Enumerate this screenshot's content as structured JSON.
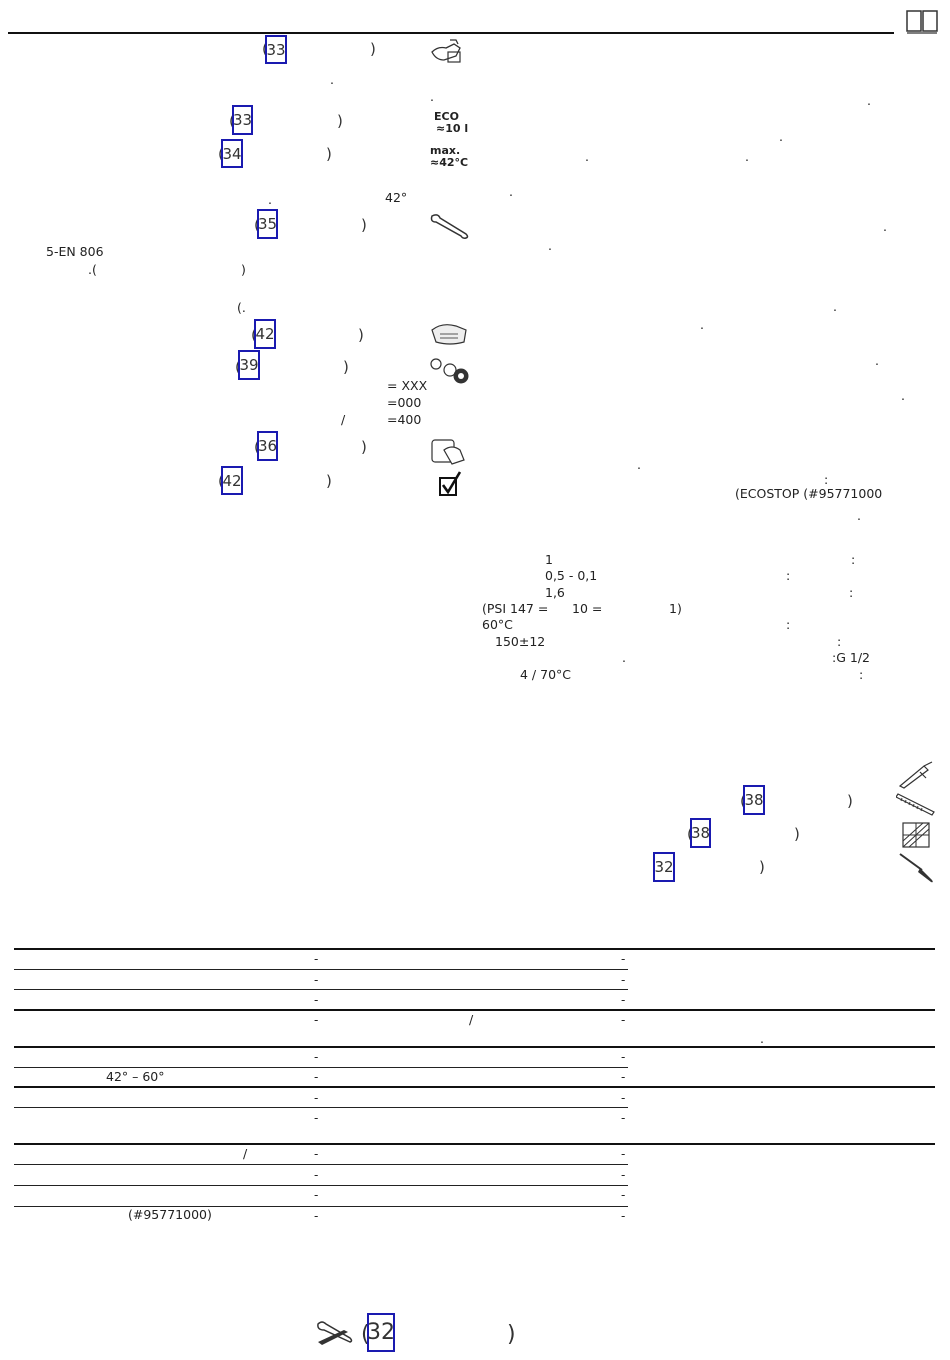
{
  "header": {
    "book_icon": "book-icon"
  },
  "left": {
    "refs": [
      "33",
      "33",
      "34",
      "35",
      "42",
      "39",
      "36",
      "42"
    ],
    "paren": "(",
    "paren_close": ")",
    "dot": ".",
    "temp_42": "42°",
    "norm": "5-EN 806",
    "norm_paren_open": ".(",
    "norm_paren_close": ")",
    "paren_dot": "(.",
    "code_xxx": "= XXX",
    "code_000": "=000",
    "code_400": "=400",
    "slash": "/"
  },
  "icons": {
    "eco_label_1": "ECO",
    "eco_label_2": "≈10 l",
    "max_label_1": "max.",
    "max_label_2": "≈42°C"
  },
  "right": {
    "colon": ":",
    "ecostop": "(ECOSTOP (#95771000",
    "spec_1": "1",
    "spec_2": "0,5 - 0,1",
    "spec_3": "1,6",
    "spec_4a": "(PSI 147 =",
    "spec_4b": "10 =",
    "spec_4c": "1)",
    "spec_5": "60°C",
    "spec_6": "150±12",
    "spec_7": ":G 1/2",
    "spec_8": "4 / 70°C",
    "tool_refs": [
      "38",
      "38",
      "32"
    ]
  },
  "table": {
    "dash": "-",
    "temp_range": "42° – 60°",
    "article": "(#95771000)",
    "slash": "/",
    "dot": "."
  },
  "footer": {
    "ref": "32"
  }
}
